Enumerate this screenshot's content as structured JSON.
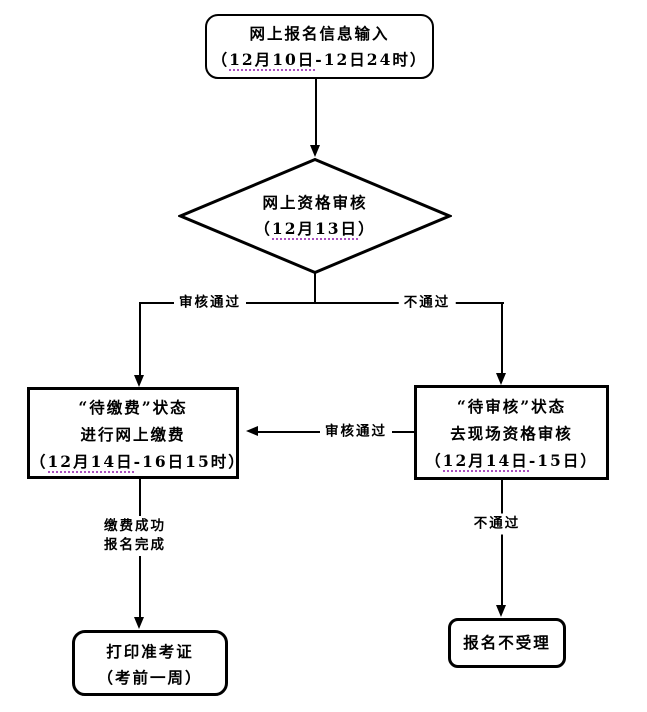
{
  "colors": {
    "ink": "#000000",
    "background": "#ffffff",
    "spellcheck_underline": "#aa4fc0"
  },
  "flowchart": {
    "nodes": {
      "start": {
        "line1": "网上报名信息输入",
        "date_prefix": "（",
        "date_underlined": "12月10日",
        "date_suffix": "-12日24时）"
      },
      "decision": {
        "line1": "网上资格审核",
        "date_prefix": "（",
        "date_underlined": "12月13日",
        "date_suffix": "）"
      },
      "pay": {
        "line1": "“待缴费”状态",
        "line2": "进行网上缴费",
        "date_prefix": "（",
        "date_underlined": "12月14日",
        "date_suffix": "-16日15时）"
      },
      "onsite": {
        "line1": "“待审核”状态",
        "line2": "去现场资格审核",
        "date_prefix": "（",
        "date_underlined": "12月14日",
        "date_suffix": "-15日）"
      },
      "print": {
        "line1": "打印准考证",
        "line2": "（考前一周）"
      },
      "reject": {
        "line1": "报名不受理"
      }
    },
    "edges": {
      "pass_left": "审核通过",
      "fail_right": "不通过",
      "onsite_pass": "审核通过",
      "pay_done_line1": "缴费成功",
      "pay_done_line2": "报名完成",
      "onsite_fail": "不通过"
    }
  }
}
